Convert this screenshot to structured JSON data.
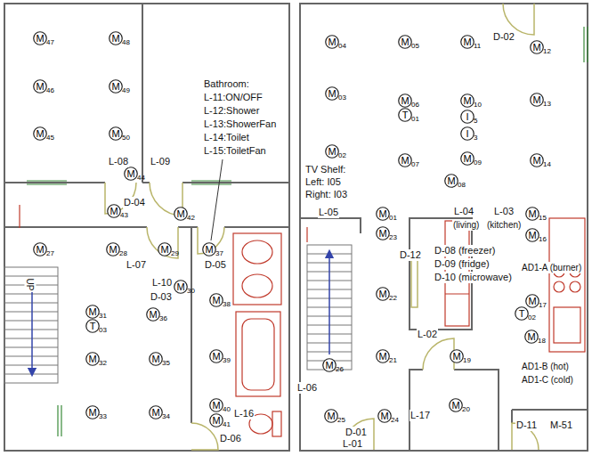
{
  "diagram": {
    "nodes": [
      {
        "text": [
          "M",
          "47"
        ]
      },
      {
        "text": [
          "M",
          "48"
        ]
      },
      {
        "text": [
          "M",
          "46"
        ]
      },
      {
        "text": [
          "M",
          "49"
        ]
      },
      {
        "text": [
          "M",
          "45"
        ]
      },
      {
        "text": [
          "M",
          "50"
        ]
      },
      {
        "text": [
          "M",
          "44"
        ]
      },
      {
        "text": [
          "M",
          "43"
        ]
      },
      {
        "text": [
          "M",
          "42"
        ]
      },
      {
        "text": [
          "M",
          "27"
        ]
      },
      {
        "text": [
          "M",
          "28"
        ]
      },
      {
        "text": [
          "M",
          "29"
        ]
      },
      {
        "text": [
          "M",
          "37"
        ]
      },
      {
        "text": [
          "M",
          "30"
        ]
      },
      {
        "text": [
          "M",
          "38"
        ]
      },
      {
        "text": [
          "M",
          "31"
        ]
      },
      {
        "text": [
          "T",
          "03"
        ]
      },
      {
        "text": [
          "M",
          "36"
        ]
      },
      {
        "text": [
          "M",
          "32"
        ]
      },
      {
        "text": [
          "M",
          "35"
        ]
      },
      {
        "text": [
          "M",
          "39"
        ]
      },
      {
        "text": [
          "M",
          "40"
        ]
      },
      {
        "text": [
          "M",
          "41"
        ]
      },
      {
        "text": [
          "M",
          "33"
        ]
      },
      {
        "text": [
          "M",
          "34"
        ]
      },
      {
        "text": [
          "M",
          "04"
        ]
      },
      {
        "text": [
          "M",
          "05"
        ]
      },
      {
        "text": [
          "M",
          "11"
        ]
      },
      {
        "text": [
          "M",
          "12"
        ]
      },
      {
        "text": [
          "M",
          "03"
        ]
      },
      {
        "text": [
          "M",
          "06"
        ]
      },
      {
        "text": [
          "T",
          "01"
        ]
      },
      {
        "text": [
          "M",
          "10"
        ]
      },
      {
        "text": [
          "M",
          "13"
        ]
      },
      {
        "text": [
          "I",
          "5"
        ]
      },
      {
        "text": [
          "I",
          "3"
        ]
      },
      {
        "text": [
          "M",
          "02"
        ]
      },
      {
        "text": [
          "M",
          "07"
        ]
      },
      {
        "text": [
          "M",
          "09"
        ]
      },
      {
        "text": [
          "M",
          "14"
        ]
      },
      {
        "text": [
          "M",
          "08"
        ]
      },
      {
        "text": [
          "M",
          "01"
        ]
      },
      {
        "text": [
          "M",
          "15"
        ]
      },
      {
        "text": [
          "M",
          "23"
        ]
      },
      {
        "text": [
          "M",
          "16"
        ]
      },
      {
        "text": [
          "M",
          "22"
        ]
      },
      {
        "text": [
          "M",
          "17"
        ]
      },
      {
        "text": [
          "T",
          "02"
        ]
      },
      {
        "text": [
          "M",
          "18"
        ]
      },
      {
        "text": [
          "M",
          "21"
        ]
      },
      {
        "text": [
          "M",
          "19"
        ]
      },
      {
        "text": [
          "M",
          "26"
        ]
      },
      {
        "text": [
          "M",
          "20"
        ]
      },
      {
        "text": [
          "M",
          "25"
        ]
      },
      {
        "text": [
          "M",
          "24"
        ]
      }
    ],
    "labels": [
      "Bathroom:",
      "L-11:ON/OFF",
      "L-12:Shower",
      "L-13:ShowerFan",
      "L-14:Toilet",
      "L-15:ToiletFan",
      "L-08",
      "L-09",
      "D-04",
      "L-07",
      "D-05",
      "L-10",
      "D-03",
      "UP",
      "L-16",
      "D-06",
      "D-02",
      "TV Shelf:",
      "Left: I05",
      "Right: I03",
      "L-05",
      "L-04",
      "L-03",
      "(living)",
      "(kitchen)",
      "D-12",
      "D-08 (freezer)",
      "D-09 (fridge)",
      "D-10 (microwave)",
      "AD1-A (burner)",
      "L-02",
      "AD1-B (hot)",
      "AD1-C (cold)",
      "L-06",
      "L-17",
      "D-11",
      "M-51",
      "D-01",
      "L-01"
    ]
  }
}
